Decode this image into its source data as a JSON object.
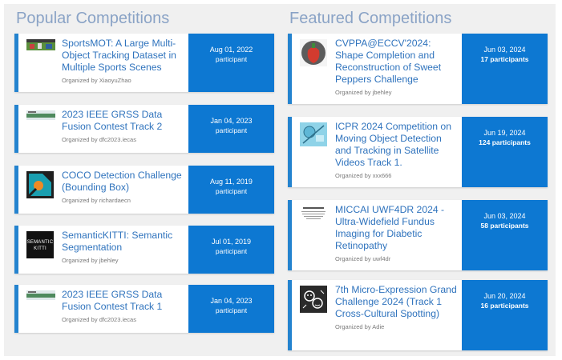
{
  "popular": {
    "heading": "Popular Competitions",
    "items": [
      {
        "title": "SportsMOT: A Large Multi-Object Tracking Dataset in Multiple Sports Scenes",
        "org": "Organized by XiaoyuZhao",
        "date": "Aug 01, 2022",
        "participants_label": "participant",
        "thumb_icon": "sports-field-thumbnail-icon"
      },
      {
        "title": "2023 IEEE GRSS Data Fusion Contest Track 2",
        "org": "Organized by dfc2023.iecas",
        "date": "Jan 04, 2023",
        "participants_label": "participant",
        "thumb_icon": "grss-banner-thumbnail-icon"
      },
      {
        "title": "COCO Detection Challenge (Bounding Box)",
        "org": "Organized by richardaecn",
        "date": "Aug 11, 2019",
        "participants_label": "participant",
        "thumb_icon": "coco-logo-icon"
      },
      {
        "title": "SemanticKITTI: Semantic Segmentation",
        "org": "Organized by jbehley",
        "date": "Jul 01, 2019",
        "participants_label": "participant",
        "thumb_icon": "semantickitti-logo-icon",
        "thumb_text": [
          "SEMANTIC",
          "KITTI"
        ]
      },
      {
        "title": "2023 IEEE GRSS Data Fusion Contest Track 1",
        "org": "Organized by dfc2023.iecas",
        "date": "Jan 04, 2023",
        "participants_label": "participant",
        "thumb_icon": "grss-banner-thumbnail-icon"
      }
    ]
  },
  "featured": {
    "heading": "Featured Competitions",
    "items": [
      {
        "title": "CVPPA@ECCV'2024: Shape Completion and Reconstruction of Sweet Peppers Challenge",
        "org": "Organized by jbehley",
        "date": "Jun 03, 2024",
        "participants_count": "17",
        "participants_label": "participants",
        "thumb_icon": "sweet-pepper-logo-icon"
      },
      {
        "title": "ICPR 2024 Competition on Moving Object Detection and Tracking in Satellite Videos Track 1.",
        "org": "Organized by xxx666",
        "date": "Jun 19, 2024",
        "participants_count": "124",
        "participants_label": "participants",
        "thumb_icon": "satellite-video-logo-icon"
      },
      {
        "title": "MICCAI UWF4DR 2024 - Ultra-Widefield Fundus Imaging for Diabetic Retinopathy",
        "org": "Organized by uwf4dr",
        "date": "Jun 03, 2024",
        "participants_count": "58",
        "participants_label": "participants",
        "thumb_icon": "uwf4dr-logo-icon"
      },
      {
        "title": "7th Micro-Expression Grand Challenge 2024 (Track 1 Cross-Cultural Spotting)",
        "org": "Organized by Adie",
        "date": "Jun 20, 2024",
        "participants_count": "16",
        "participants_label": "participants",
        "thumb_icon": "micro-expression-logo-icon"
      }
    ]
  },
  "colors": {
    "accent": "#0d78d2",
    "bar": "#2483cf",
    "title": "#2f73bd",
    "heading": "#8aa3c6"
  }
}
